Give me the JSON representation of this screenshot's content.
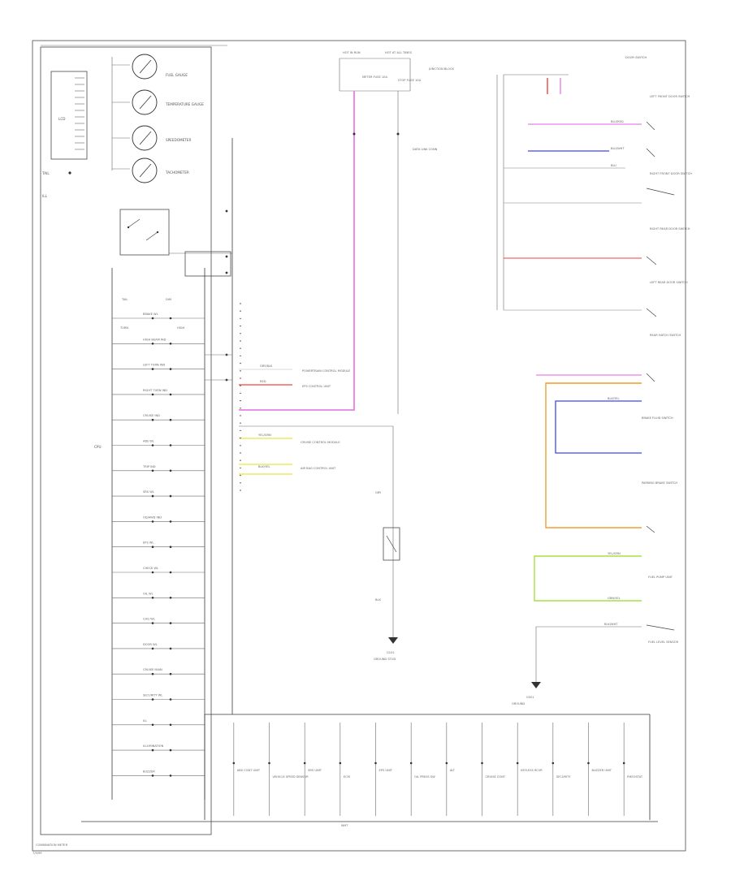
{
  "colors": {
    "pink": "#e680e6",
    "red": "#ee4444",
    "blue": "#4444ee",
    "yellow": "#e6e640",
    "orange": "#f0a030",
    "green": "#a8e040",
    "lightgreen": "#c8f060",
    "gray": "#cccccc",
    "wire": "#3a3a3a"
  },
  "labels": {
    "cluster_caption": "COMBINATION METER",
    "footer_tag": "7/9/99",
    "gauges": [
      "FUEL GAUGE",
      "TEMPERATURE GAUGE",
      "SPEEDOMETER",
      "TACHOMETER"
    ],
    "lcd": "LCD",
    "left_marks": [
      "TAIL",
      "ILL"
    ],
    "left_cpu": "CPU",
    "ind_top": [
      "TAIL",
      "DIM",
      "TURN",
      "HIGH"
    ],
    "indicators": [
      "BRAKE WL",
      "HIGH BEAM IND",
      "LEFT TURN IND",
      "RIGHT TURN IND",
      "CRUISE IND",
      "ABS WL",
      "TRIP IND",
      "SRS WL",
      "OD/4WD IND",
      "EPS WL",
      "CHECK WL",
      "OIL WL",
      "CHG WL",
      "DOOR WL",
      "CRUISE MAIN",
      "SECURITY WL",
      "ILL",
      "ILLUMINATION",
      "BUZZER"
    ],
    "top_fuses": [
      "HOT IN RUN",
      "HOT AT ALL TIMES"
    ],
    "top_fuse_ids": [
      "METER FUSE 10A",
      "STOP FUSE 10A"
    ],
    "junction": "JUNCTION BLOCK",
    "mid_wires": [
      "GRY/BLK",
      "YEL/GRN",
      "BLK/YEL",
      "GRY",
      "RED",
      "BLK"
    ],
    "mid_connectors": [
      "DATA LINK CONN",
      "POWERTRAIN CONTROL MODULE",
      "EPS CONTROL UNIT",
      "CRUISE CONTROL MODULE",
      "AIR BAG CONTROL UNIT"
    ],
    "mid_ground": [
      "G101",
      "GROUND STUD"
    ],
    "right_top": [
      "DOOR SWITCH"
    ],
    "right_items": [
      "LEFT FRONT DOOR SWITCH",
      "RIGHT FRONT DOOR SWITCH",
      "RIGHT REAR DOOR SWITCH",
      "LEFT REAR DOOR SWITCH",
      "REAR HATCH SWITCH",
      "BRAKE FLUID SWITCH",
      "PARKING BRAKE SWITCH",
      "FUEL PUMP UNIT",
      "FUEL LEVEL SENSOR"
    ],
    "right_wires": [
      "BLU/RED",
      "BLU/WHT",
      "BLU",
      "BLK/YEL",
      "YEL/GRN",
      "GRN/YEL",
      "BLK/WHT"
    ],
    "right_ground": [
      "G501",
      "GROUND"
    ],
    "bottom_row": [
      "ABS CONT UNIT",
      "VEHICLE SPEED SENSOR",
      "SRS UNIT",
      "ECM",
      "EPS UNIT",
      "OIL PRESS SW",
      "ALT",
      "CRUISE CONT",
      "KEYLESS RCVR",
      "SECURITY",
      "BUZZER UNIT",
      "RHEOSTAT"
    ],
    "bottom_bus": "WHT"
  }
}
